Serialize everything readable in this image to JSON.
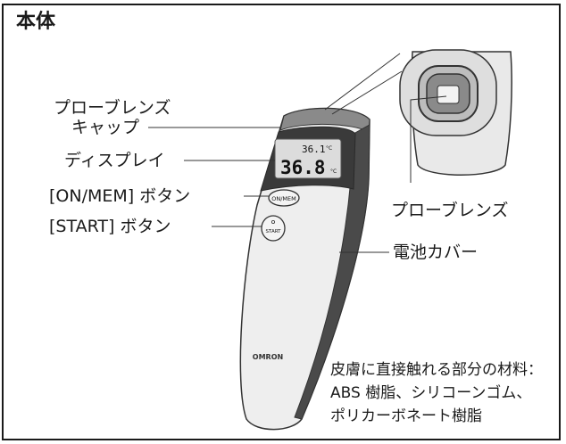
{
  "title": "本体",
  "labels": {
    "probe_cap_line1": "プローブレンズ",
    "probe_cap_line2": "キャップ",
    "display": "ディスプレイ",
    "on_mem_button": "[ON/MEM] ボタン",
    "start_button": "[START] ボタン",
    "probe_lens": "プローブレンズ",
    "battery_cover": "電池カバー"
  },
  "device": {
    "screen_small": "36.1",
    "screen_small_unit": "°C",
    "screen_large": "36.8",
    "screen_large_unit": "°C",
    "button_on_mem": "ON/MEM",
    "button_start": "START",
    "brand": "OMRON"
  },
  "materials": {
    "line1": "皮膚に直接触れる部分の材料：",
    "line2": "ABS 樹脂、シリコーンゴム、",
    "line3": "ポリカーボネート樹脂"
  }
}
